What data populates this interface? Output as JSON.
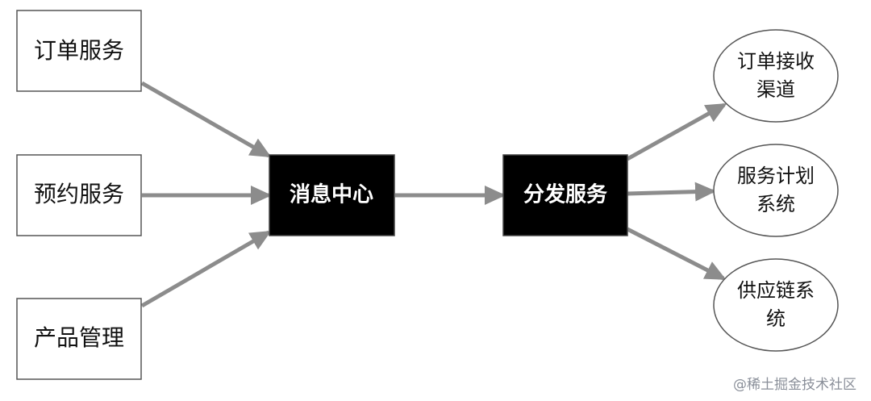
{
  "diagram": {
    "sources": [
      {
        "id": "order_service",
        "label": "订单服务"
      },
      {
        "id": "booking_service",
        "label": "预约服务"
      },
      {
        "id": "product_mgmt",
        "label": "产品管理"
      }
    ],
    "hub": {
      "id": "message_center",
      "label": "消息中心"
    },
    "dispatcher": {
      "id": "dispatch_service",
      "label": "分发服务"
    },
    "targets": [
      {
        "id": "order_channel",
        "lines": [
          "订单接收",
          "渠道"
        ]
      },
      {
        "id": "service_plan",
        "lines": [
          "服务计划",
          "系统"
        ]
      },
      {
        "id": "supply_chain",
        "lines": [
          "供应链系",
          "统"
        ]
      }
    ],
    "edges": [
      {
        "from": "order_service",
        "to": "message_center"
      },
      {
        "from": "booking_service",
        "to": "message_center"
      },
      {
        "from": "product_mgmt",
        "to": "message_center"
      },
      {
        "from": "message_center",
        "to": "dispatch_service"
      },
      {
        "from": "dispatch_service",
        "to": "order_channel"
      },
      {
        "from": "dispatch_service",
        "to": "service_plan"
      },
      {
        "from": "dispatch_service",
        "to": "supply_chain"
      }
    ],
    "colors": {
      "box_border": "#555555",
      "dark_fill": "#000000",
      "dark_text": "#ffffff",
      "text": "#111111",
      "arrow": "#8c8c8c"
    }
  },
  "watermark": {
    "text": "@稀土掘金技术社区"
  }
}
